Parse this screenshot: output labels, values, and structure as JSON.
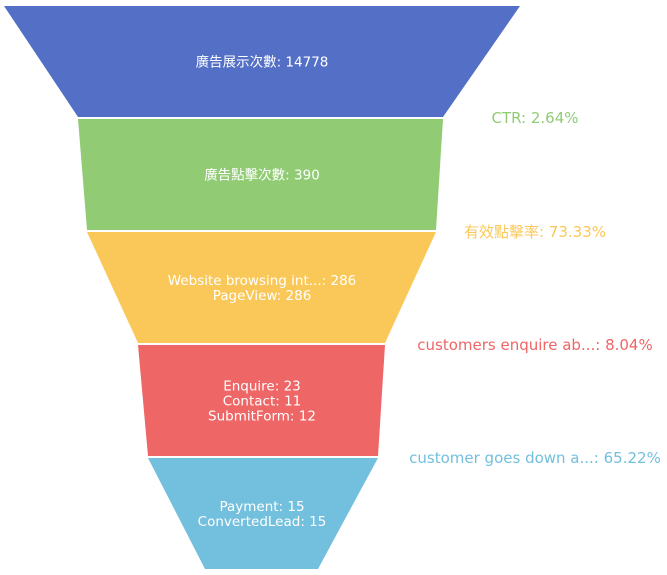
{
  "chart_data": {
    "type": "funnel",
    "stages": [
      {
        "color": "#5470c6",
        "lines": [
          "廣告展示次數: 14778"
        ],
        "values": [
          {
            "name": "廣告展示次數",
            "value": 14778
          }
        ]
      },
      {
        "color": "#91cc75",
        "lines": [
          "廣告點擊次數: 390"
        ],
        "values": [
          {
            "name": "廣告點擊次數",
            "value": 390
          }
        ]
      },
      {
        "color": "#fac858",
        "lines": [
          "Website browsing int...: 286",
          "PageView: 286"
        ],
        "values": [
          {
            "name": "Website browsing int...",
            "value": 286
          },
          {
            "name": "PageView",
            "value": 286
          }
        ]
      },
      {
        "color": "#ee6666",
        "lines": [
          "Enquire: 23",
          "Contact: 11",
          "SubmitForm: 12"
        ],
        "values": [
          {
            "name": "Enquire",
            "value": 23
          },
          {
            "name": "Contact",
            "value": 11
          },
          {
            "name": "SubmitForm",
            "value": 12
          }
        ]
      },
      {
        "color": "#73c0de",
        "lines": [
          "Payment: 15",
          "ConvertedLead: 15"
        ],
        "values": [
          {
            "name": "Payment",
            "value": 15
          },
          {
            "name": "ConvertedLead",
            "value": 15
          }
        ]
      }
    ],
    "conversions": [
      {
        "label": "CTR: 2.64%",
        "name": "CTR",
        "percent": 2.64,
        "color": "#91cc75"
      },
      {
        "label": "有效點擊率: 73.33%",
        "name": "有效點擊率",
        "percent": 73.33,
        "color": "#fac858"
      },
      {
        "label": "customers enquire ab...: 8.04%",
        "name": "customers enquire ab...",
        "percent": 8.04,
        "color": "#ee6666"
      },
      {
        "label": "customer goes down a...: 65.22%",
        "name": "customer goes down a...",
        "percent": 65.22,
        "color": "#73c0de"
      }
    ]
  }
}
